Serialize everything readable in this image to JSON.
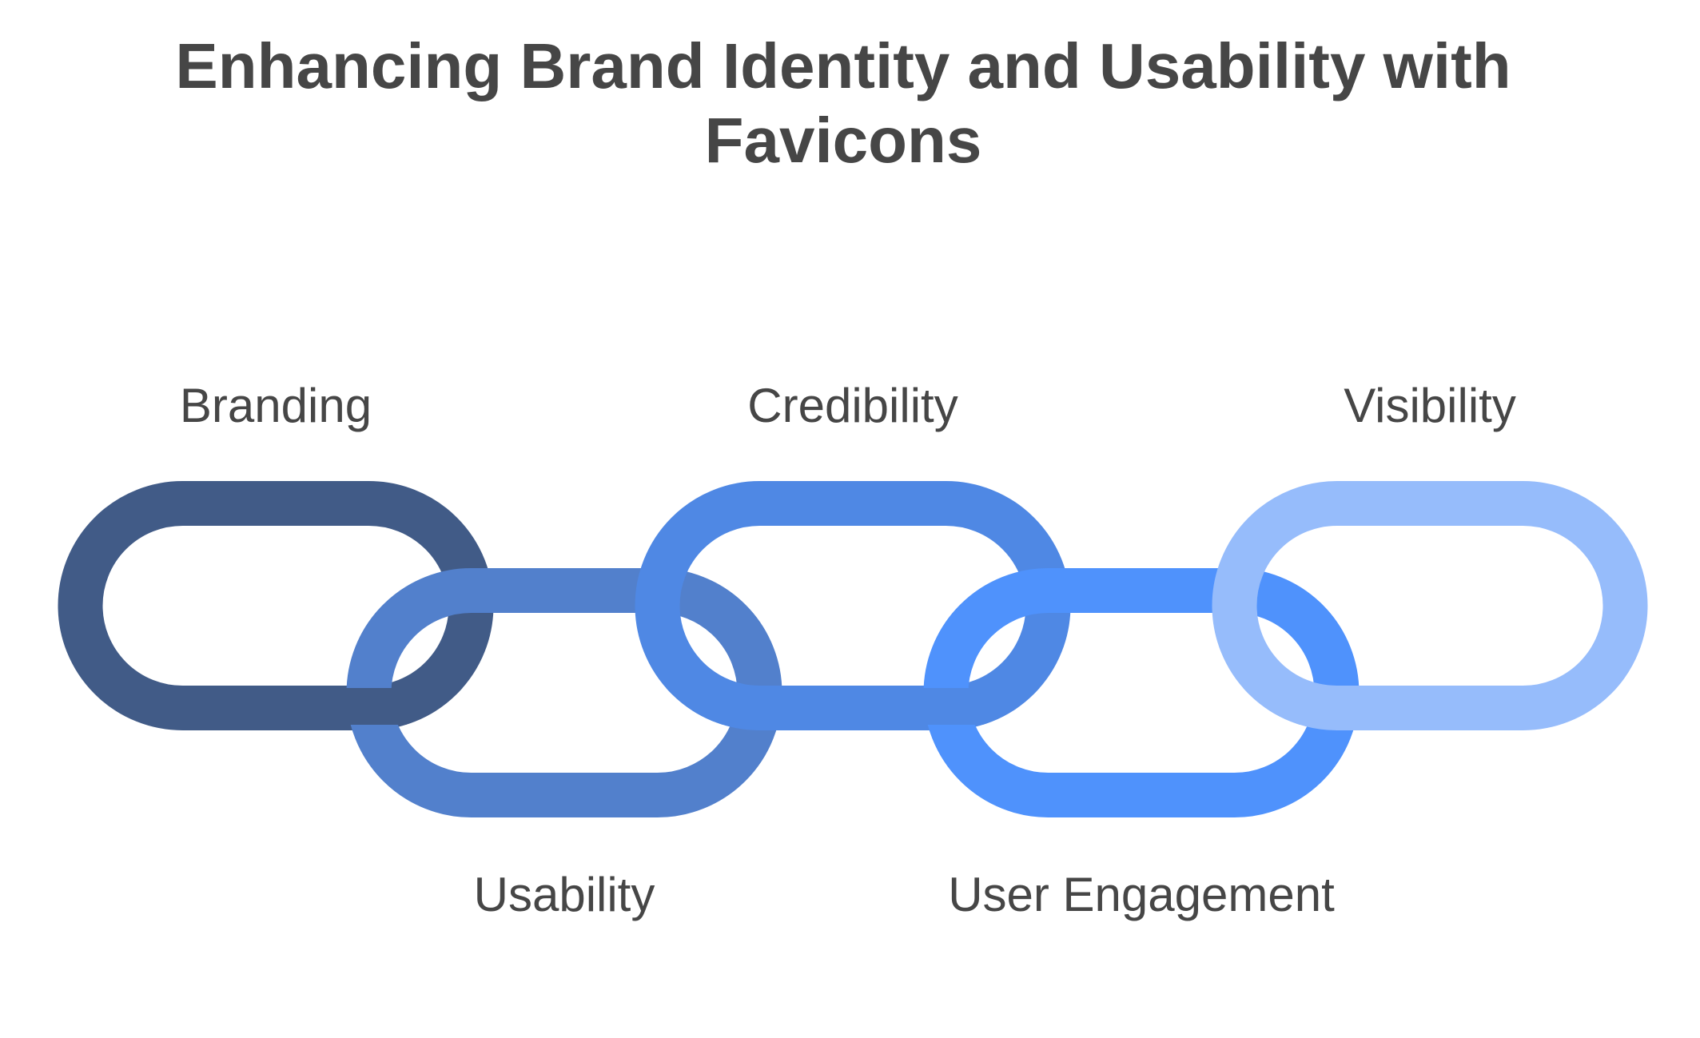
{
  "title": {
    "line1": "Enhancing Brand Identity and Usability with",
    "line2": "Favicons"
  },
  "colors": {
    "text": "#464646",
    "background": "#ffffff"
  },
  "links": [
    {
      "label": "Branding",
      "color": "#415b87",
      "position": "top"
    },
    {
      "label": "Usability",
      "color": "#5280cc",
      "position": "bottom"
    },
    {
      "label": "Credibility",
      "color": "#4f88e4",
      "position": "top"
    },
    {
      "label": "User Engagement",
      "color": "#4f92fc",
      "position": "bottom"
    },
    {
      "label": "Visibility",
      "color": "#96bcfb",
      "position": "top"
    }
  ]
}
